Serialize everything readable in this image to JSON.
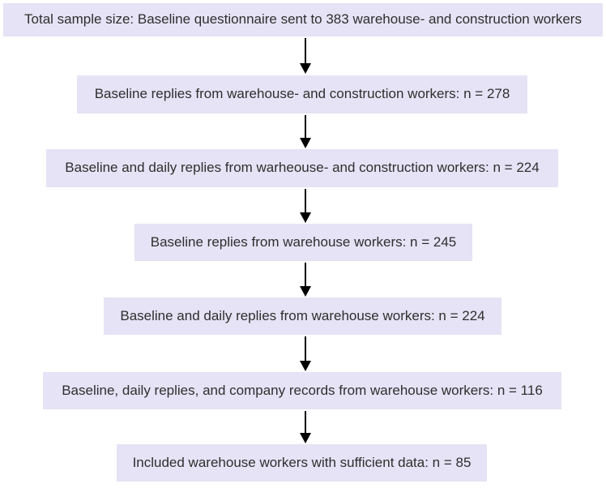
{
  "diagram": {
    "type": "flowchart",
    "direction": "top-down",
    "boxes": [
      {
        "label": "Total sample size: Baseline questionnaire sent to 383 warehouse- and construction workers"
      },
      {
        "label": "Baseline replies from warehouse- and construction workers: n = 278"
      },
      {
        "label": "Baseline and daily replies from warheouse- and construction workers: n = 224"
      },
      {
        "label": "Baseline replies from warehouse workers: n = 245"
      },
      {
        "label": "Baseline and daily replies from warehouse workers: n = 224"
      },
      {
        "label": "Baseline, daily replies, and company records from warehouse workers: n = 116"
      },
      {
        "label": "Included warehouse workers with sufficient data: n = 85"
      }
    ],
    "colors": {
      "box_background": "#e5e3f5",
      "text": "#2f2f2f",
      "arrow": "#000000",
      "page_background": "#ffffff"
    }
  }
}
